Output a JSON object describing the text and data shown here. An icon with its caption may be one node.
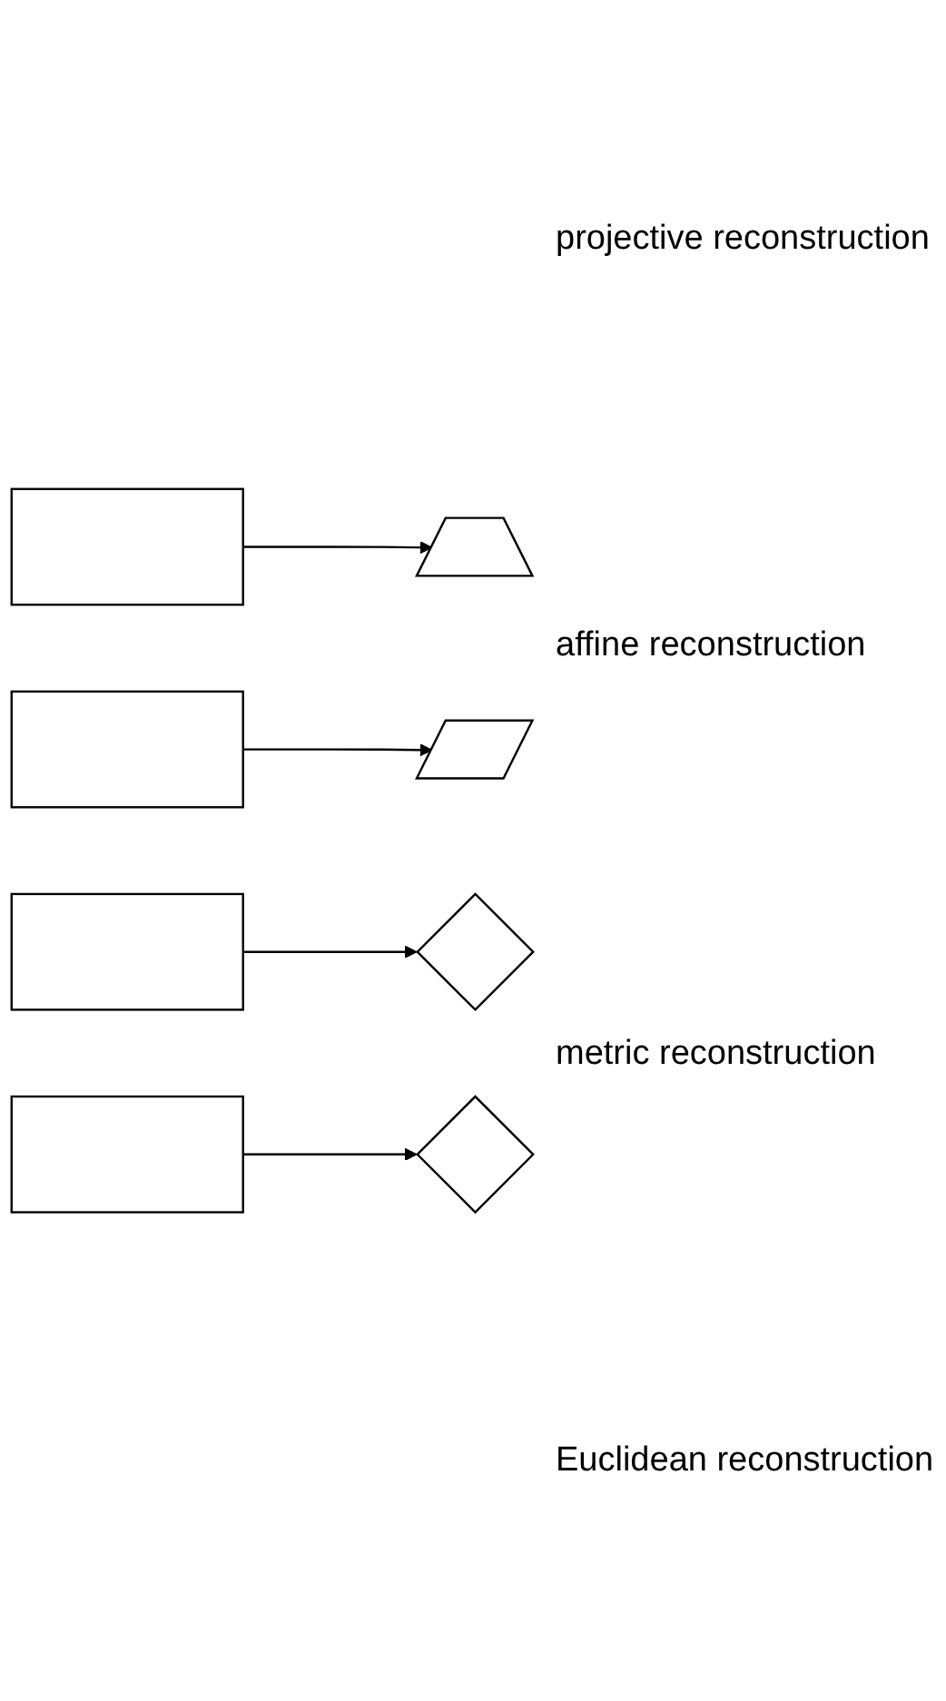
{
  "diagram": {
    "nodes": [
      {
        "text": [],
        "shape": "box"
      },
      {
        "text": [],
        "shape": "trapezoid"
      },
      {
        "text": [],
        "shape": "box"
      },
      {
        "text": [],
        "shape": "parallelogram"
      },
      {
        "text": [],
        "shape": "box"
      },
      {
        "text": [],
        "shape": "diamond"
      },
      {
        "text": [],
        "shape": "box"
      },
      {
        "text": [],
        "shape": "diamond"
      }
    ],
    "edges": [
      {
        "from": 0,
        "to": 1,
        "arrow": "to"
      },
      {
        "from": 2,
        "to": 3,
        "arrow": "to"
      },
      {
        "from": 4,
        "to": 5,
        "arrow": "to"
      },
      {
        "from": 6,
        "to": 7,
        "arrow": "to"
      }
    ],
    "labels": [
      "projective reconstruction",
      "affine reconstruction",
      "metric reconstruction",
      "Euclidean reconstruction"
    ]
  }
}
